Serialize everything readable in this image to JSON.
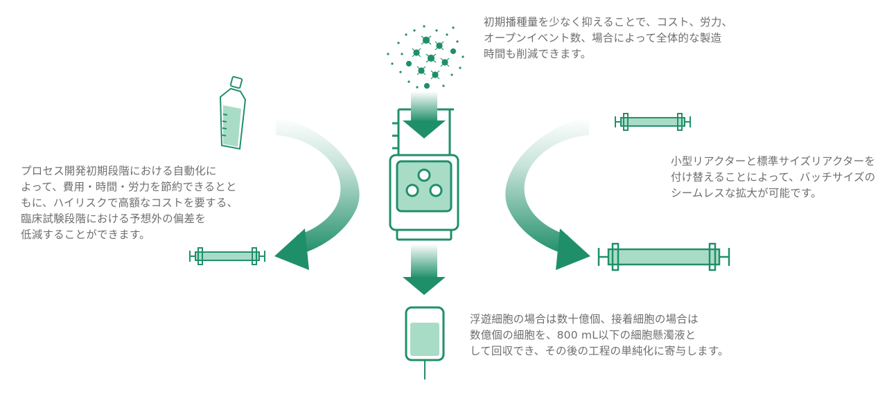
{
  "texts": {
    "top": "初期播種量を少なく抑えることで、コスト、労力、\nオープンイベント数、場合によって全体的な製造\n時間も削減できます。",
    "left": "プロセス開発初期段階における自動化に\nよって、費用・時間・労力を節約できるとと\nもに、ハイリスクで高額なコストを要する、\n臨床試験段階における予想外の偏差を\n低減することができます。",
    "right": "小型リアクターと標準サイズリアクターを\n付け替えることによって、バッチサイズの\nシームレスな拡大が可能です。",
    "bottom": "浮遊細胞の場合は数十億個、接着細胞の場合は\n数億個の細胞を、800 mL以下の細胞懸濁液と\nして回収でき、その後の工程の単純化に寄与します。"
  },
  "colors": {
    "primary": "#1f8f6a",
    "light_fill": "#a9dcc6",
    "text": "#6e6e6e"
  }
}
